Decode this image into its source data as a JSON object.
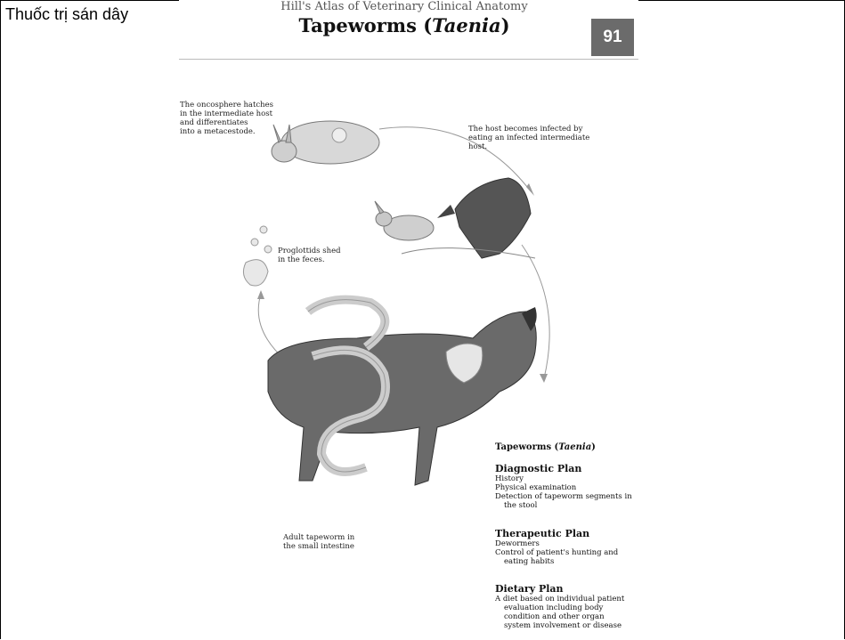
{
  "overlay_label": "Thuốc trị sán dây",
  "page": {
    "series": "Hill's Atlas of Veterinary Clinical Anatomy",
    "title_plain": "Tapeworms (",
    "title_italic": "Taenia",
    "title_close": ")",
    "page_number": "91"
  },
  "captions": {
    "oncosphere": "The oncosphere hatches\nin the intermediate host\nand differentiates\ninto a metacestode.",
    "host": "The host becomes infected by\neating an infected intermediate\nhost.",
    "proglottids": "Proglottids shed\nin the feces.",
    "adult": "Adult tapeworm in\nthe small intestine"
  },
  "info": {
    "heading_plain": "Tapeworms (",
    "heading_italic": "Taenia",
    "heading_close": ")",
    "diagnostic": {
      "title": "Diagnostic Plan",
      "items": [
        "History",
        "Physical examination",
        "Detection of tapeworm segments in",
        "the stool"
      ]
    },
    "therapeutic": {
      "title": "Therapeutic Plan",
      "items": [
        "Dewormers",
        "Control of patient's hunting and",
        "eating habits"
      ]
    },
    "dietary": {
      "title": "Dietary Plan",
      "items": [
        "A diet based on individual patient",
        "evaluation including body",
        "condition and other organ",
        "system involvement or disease"
      ]
    }
  }
}
